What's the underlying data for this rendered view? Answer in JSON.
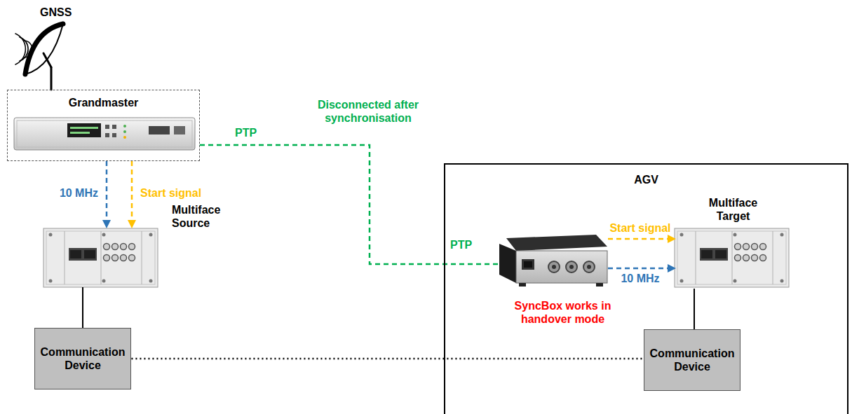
{
  "diagram": {
    "nodes": [
      {
        "text": [
          "Grandmaster"
        ]
      },
      {
        "text": [
          "Multiface Source"
        ]
      },
      {
        "text": [
          "Communication Device"
        ]
      },
      {
        "text": [
          "AGV"
        ]
      },
      {
        "text": [
          "SyncBox works in handover mode"
        ],
        "in": 3
      },
      {
        "text": [
          "Multiface Target"
        ],
        "in": 3
      },
      {
        "text": [
          "Communication Device"
        ],
        "in": 3
      }
    ],
    "edges": [
      {
        "from": 0,
        "to": 1,
        "label": "10 MHz",
        "arrow": "to"
      },
      {
        "from": 0,
        "to": 1,
        "label": "Start signal",
        "arrow": "to"
      },
      {
        "from": 0,
        "to": 4,
        "label": "PTP",
        "arrow": "none"
      },
      {
        "from": 4,
        "to": 5,
        "label": "Start signal",
        "arrow": "to"
      },
      {
        "from": 4,
        "to": 5,
        "label": "10 MHz",
        "arrow": "to"
      },
      {
        "from": 1,
        "to": 2,
        "arrow": "none"
      },
      {
        "from": 2,
        "to": 6,
        "arrow": "none"
      },
      {
        "from": 5,
        "to": 6,
        "arrow": "none"
      }
    ],
    "labels": [
      "GNSS",
      "Disconnected after synchronisation",
      "PTP"
    ]
  }
}
